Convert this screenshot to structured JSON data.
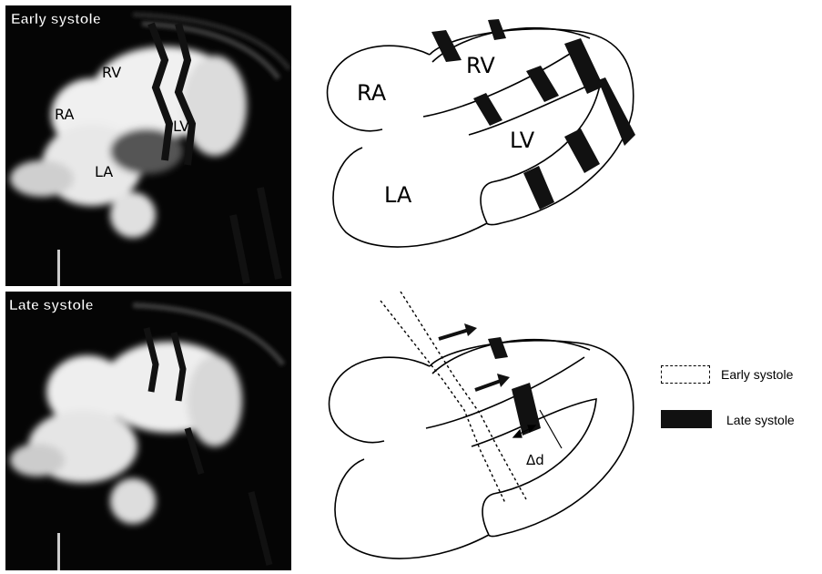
{
  "mri_top": {
    "caption": "Early systole",
    "labels": {
      "rv": "RV",
      "ra": "RA",
      "lv": "LV",
      "la": "LA"
    }
  },
  "mri_bottom": {
    "caption": "Late systole"
  },
  "diagram_top": {
    "labels": {
      "ra": "RA",
      "rv": "RV",
      "lv": "LV",
      "la": "LA"
    }
  },
  "diagram_bottom": {
    "delta_label": "Δd"
  },
  "legend": {
    "early_label": "Early systole",
    "late_label": "Late systole"
  },
  "colors": {
    "tag_band": "#111111",
    "mri_bg": "#050505",
    "tissue": "#f2f2f2"
  }
}
